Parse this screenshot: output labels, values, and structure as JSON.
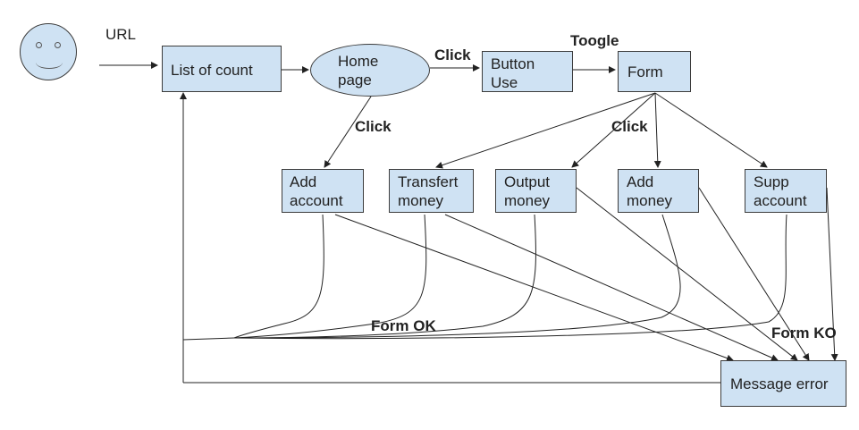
{
  "labels": {
    "url": "URL",
    "click_home_to_button": "Click",
    "toogle": "Toogle",
    "click_home_to_add": "Click",
    "click_form": "Click",
    "form_ok": "Form OK",
    "form_ko": "Form KO"
  },
  "nodes": {
    "list_of_count": "List of count",
    "home_page": "Home\npage",
    "button_use": "Button\nUse",
    "form": "Form",
    "add_account": "Add\naccount",
    "transfert_money": "Transfert\nmoney",
    "output_money": "Output\nmoney",
    "add_money": "Add\nmoney",
    "supp_account": "Supp\naccount",
    "message_error": "Message error"
  },
  "colors": {
    "node_fill": "#cfe2f3",
    "stroke": "#222222"
  },
  "icons": [
    "smiley-face-icon"
  ]
}
